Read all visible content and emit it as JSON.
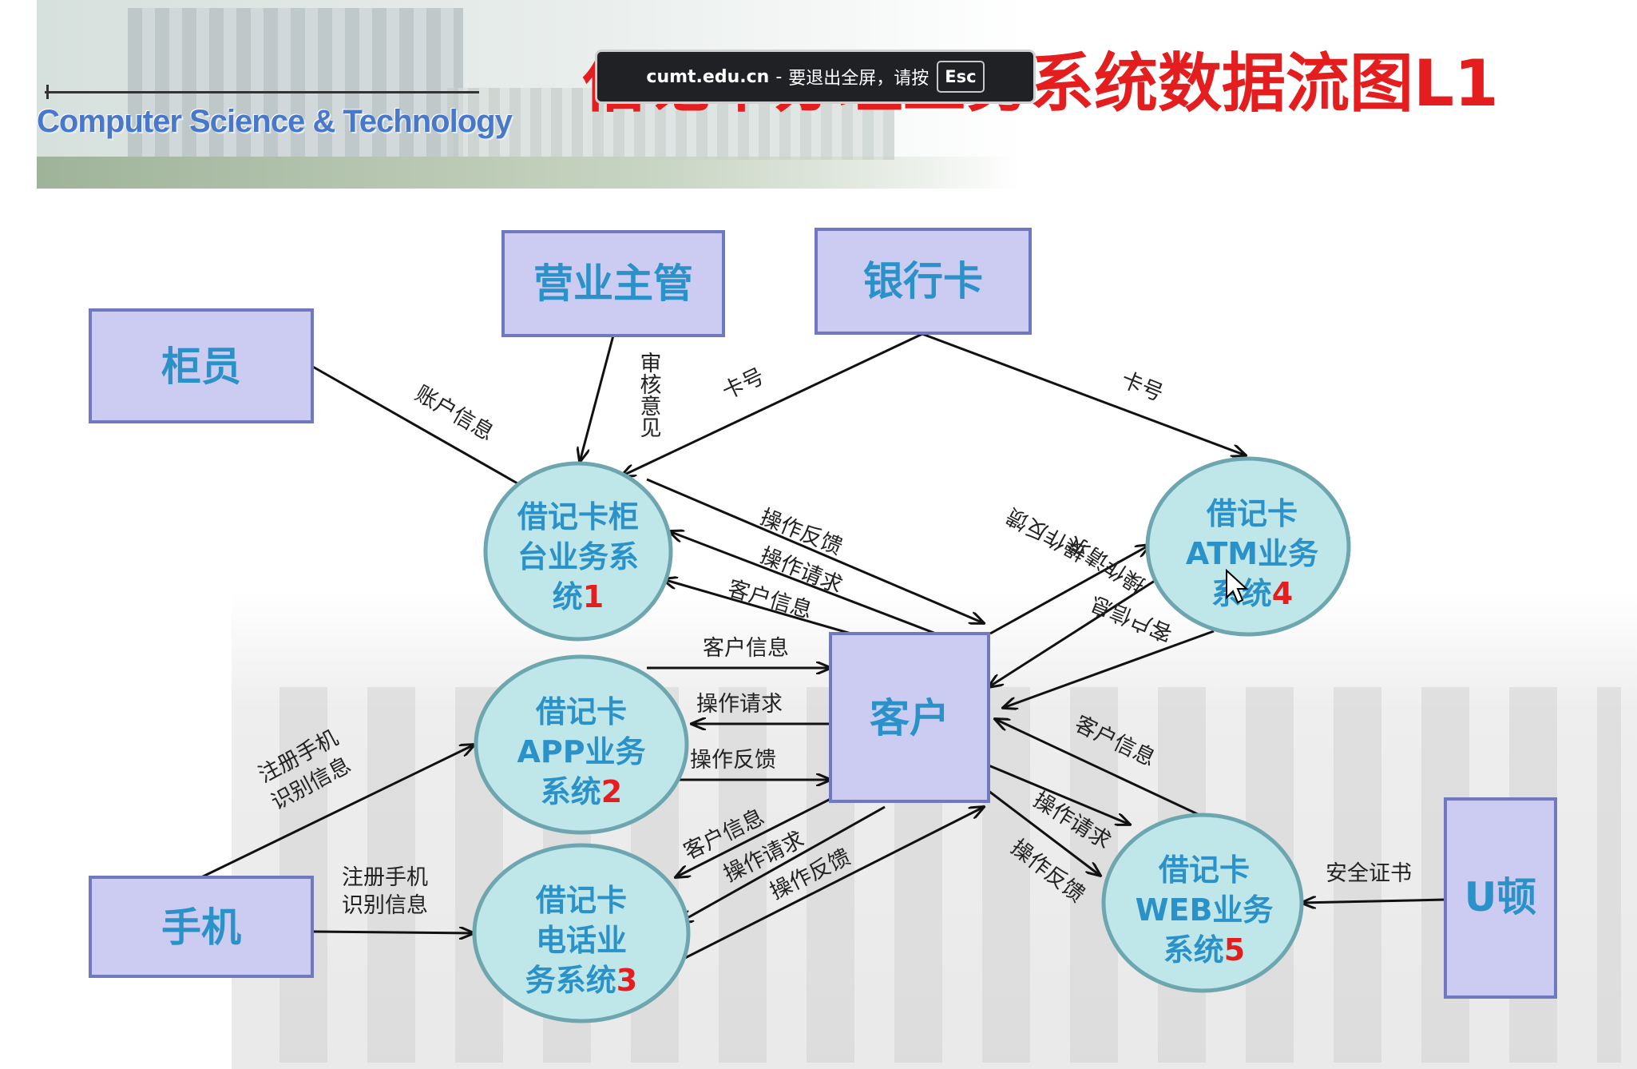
{
  "banner": {
    "text": "Computer Science & Technology"
  },
  "title": "借记卡办理业务系统数据流图L1",
  "toast": {
    "domain": "cumt.edu.cn",
    "separator": "-",
    "message": "要退出全屏，请按",
    "key": "Esc"
  },
  "entities": {
    "supervisor": "营业主管",
    "bankcard": "银行卡",
    "teller": "柜员",
    "customer": "客户",
    "phone": "手机",
    "ushield": "U顿"
  },
  "processes": {
    "counter": {
      "lines": [
        "借记卡柜",
        "台业务系"
      ],
      "last": "统",
      "num": "1"
    },
    "atm": {
      "lines": [
        "借记卡",
        "ATM业务"
      ],
      "last": "系统",
      "num": "4"
    },
    "app": {
      "lines": [
        "借记卡",
        "APP业务"
      ],
      "last": "系统",
      "num": "2"
    },
    "tel": {
      "lines": [
        "借记卡",
        "电话业"
      ],
      "last": "务系统",
      "num": "3"
    },
    "web": {
      "lines": [
        "借记卡",
        "WEB业务"
      ],
      "last": "系统",
      "num": "5"
    }
  },
  "flows": {
    "teller_account": "账户信息",
    "supervisor_audit": "审核意见",
    "card_to_counter": "卡号",
    "card_to_atm": "卡号",
    "counter_feedback": "操作反馈",
    "counter_request": "操作请求",
    "counter_info": "客户信息",
    "atm_feedback": "操作反馈",
    "atm_request": "操作请求",
    "atm_info": "客户信息",
    "app_info": "客户信息",
    "app_request": "操作请求",
    "app_feedback": "操作反馈",
    "phone_app_l1": "注册手机",
    "phone_app_l2": "识别信息",
    "phone_tel_l1": "注册手机",
    "phone_tel_l2": "识别信息",
    "tel_info": "客户信息",
    "tel_request": "操作请求",
    "tel_feedback": "操作反馈",
    "web_info": "客户信息",
    "web_request": "操作请求",
    "web_feedback": "操作反馈",
    "cert": "安全证书"
  }
}
